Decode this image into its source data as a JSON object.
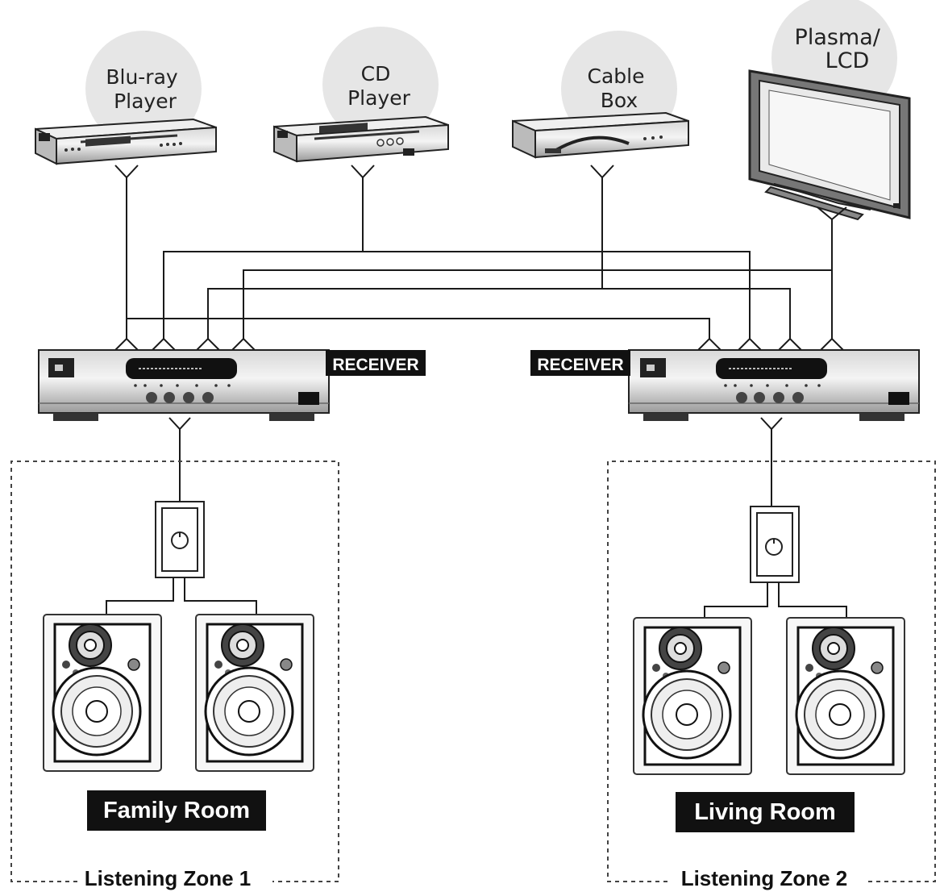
{
  "sources": [
    {
      "id": "bluray",
      "label_lines": [
        "Blu-ray",
        "Player"
      ],
      "icon": "bluray-player-icon"
    },
    {
      "id": "cd",
      "label_lines": [
        "CD",
        "Player"
      ],
      "icon": "cd-player-icon"
    },
    {
      "id": "cable",
      "label_lines": [
        "Cable",
        "Box"
      ],
      "icon": "cable-box-icon"
    },
    {
      "id": "tv",
      "label_lines": [
        "Plasma/",
        "LCD"
      ],
      "icon": "plasma-lcd-tv-icon"
    }
  ],
  "receivers": [
    {
      "id": "receiver-1",
      "tag": "RECEIVER"
    },
    {
      "id": "receiver-2",
      "tag": "RECEIVER"
    }
  ],
  "rooms": [
    {
      "id": "family-room",
      "title": "Family Room",
      "zone": "Listening Zone 1"
    },
    {
      "id": "living-room",
      "title": "Living Room",
      "zone": "Listening Zone 2"
    }
  ],
  "colors": {
    "ink": "#1a1a1a",
    "tag_bg": "#111111",
    "halo": "#e6e6e6"
  }
}
